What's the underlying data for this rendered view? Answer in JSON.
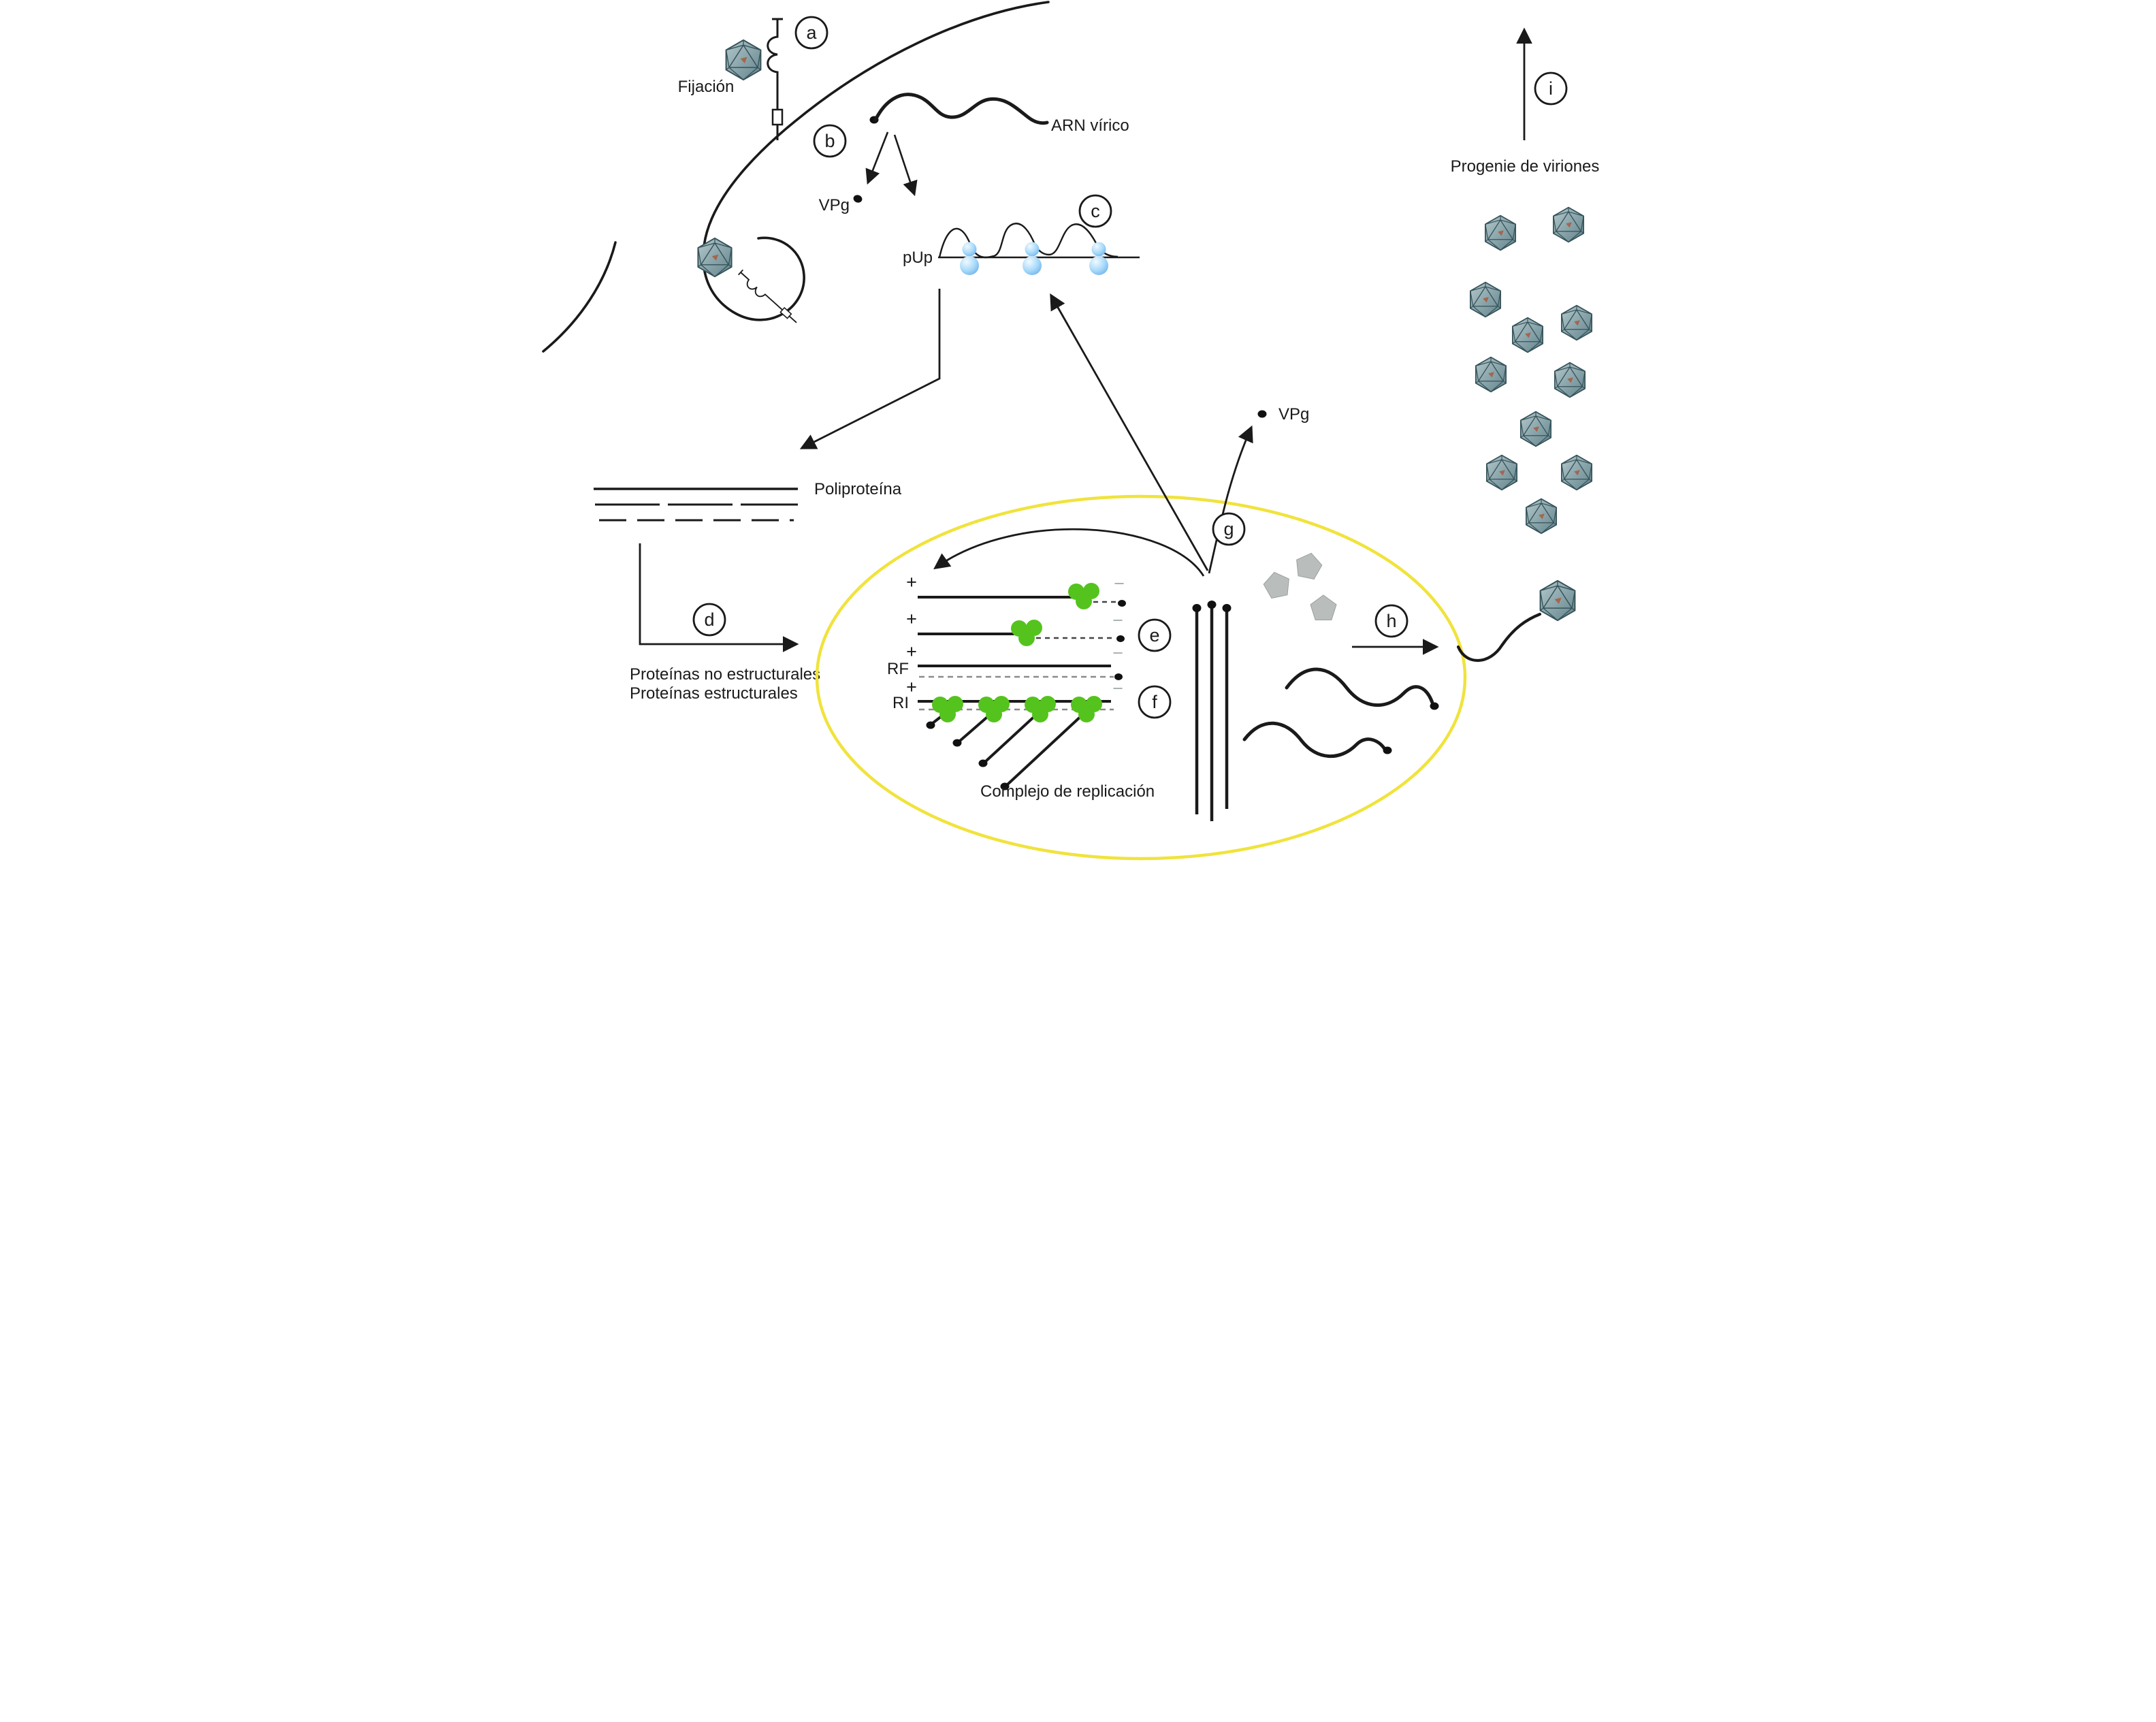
{
  "palette": {
    "ink": "#1a1a1a",
    "vesicle_yellow": "#f0e33c",
    "replicase_green": "#55c31d",
    "ribosome_blue": "#8ccdf8",
    "capsid_gray": "#b9bdbb",
    "virion_teal": "#7e9ba1",
    "minus_gray": "#a7b0ae"
  },
  "steps": [
    {
      "label": "a"
    },
    {
      "label": "b"
    },
    {
      "label": "c"
    },
    {
      "label": "d"
    },
    {
      "label": "e"
    },
    {
      "label": "f"
    },
    {
      "label": "g"
    },
    {
      "label": "h"
    },
    {
      "label": "i"
    }
  ],
  "labels": {
    "attachment": "Fijación",
    "viral_rna": "ARN vírico",
    "vpg_entry": "VPg",
    "vpg_release": "VPg",
    "pup": "pUp",
    "polyprotein": "Poliproteína",
    "nonstructural_proteins": "Proteínas no estructurales",
    "structural_proteins": "Proteínas estructurales",
    "rf": "RF",
    "ri": "RI",
    "replication_complex": "Complejo de replicación",
    "progeny": "Progenie de viriones",
    "plus_strand": "+",
    "minus_strand": "−"
  },
  "icons": {
    "virion": "icosahedral-virion-icon",
    "ribosome": "ribosome-icon",
    "replicase": "replicase-protein-icon",
    "capsid_pentamer": "capsid-pentamer-icon",
    "receptor": "cell-receptor-icon"
  }
}
